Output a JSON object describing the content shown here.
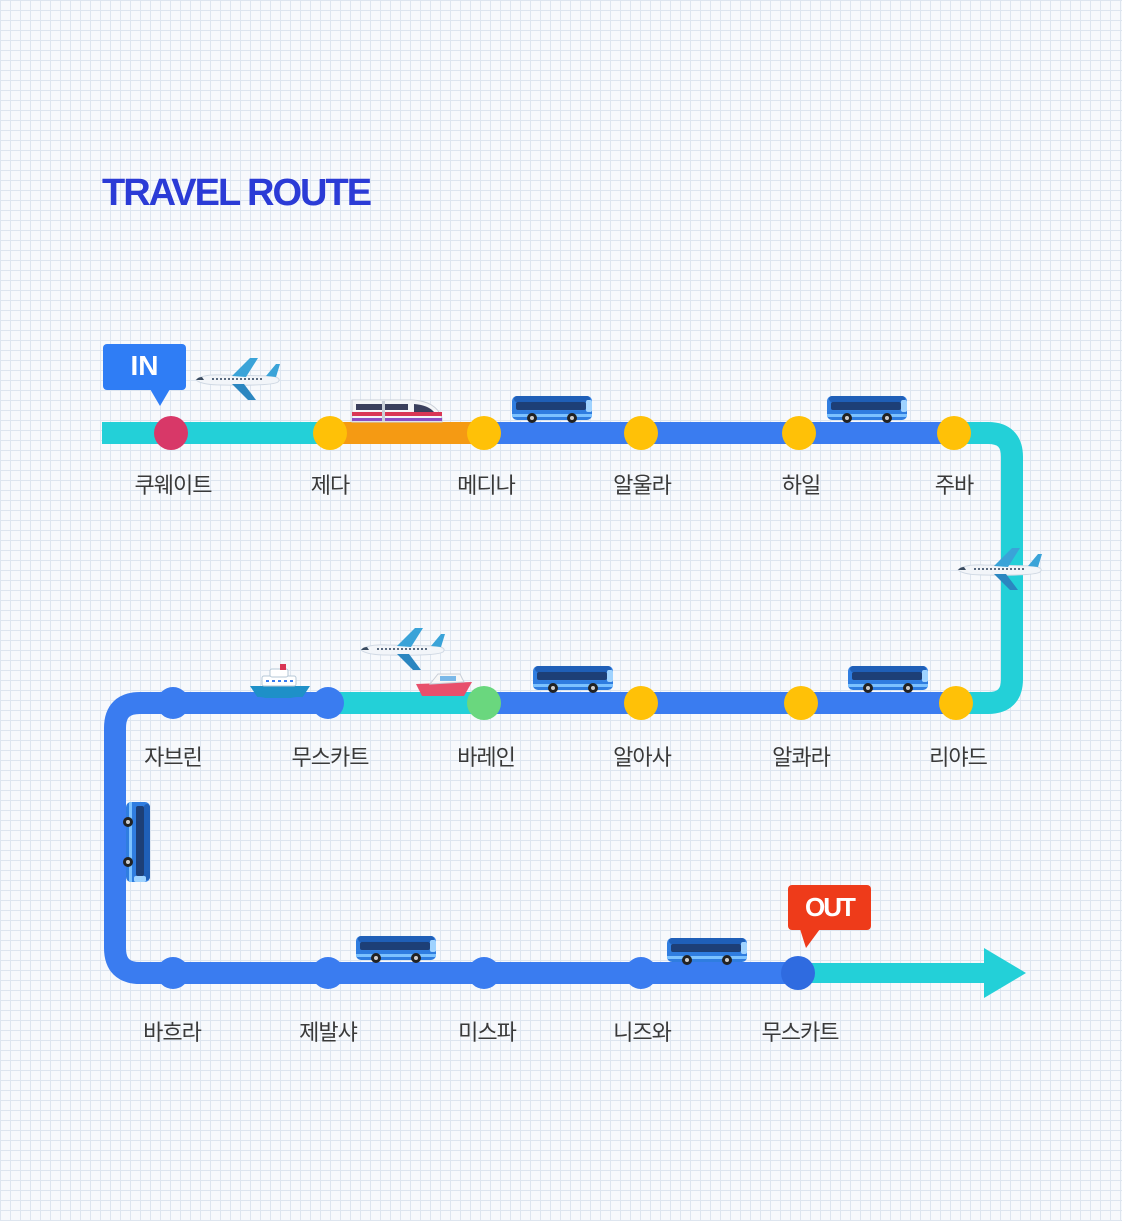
{
  "title": "TRAVEL ROUTE",
  "in_label": "IN",
  "out_label": "OUT",
  "colors": {
    "title": "#2b3bd6",
    "route_blue": "#3a7cf0",
    "route_teal": "#23d0d8",
    "route_orange": "#f59a13",
    "node_yellow": "#ffc107",
    "node_red": "#d83868",
    "node_green": "#6ad77e",
    "tag_in": "#2f7df5",
    "tag_out": "#ee3b1a"
  },
  "rows": [
    {
      "stations": [
        "쿠웨이트",
        "제다",
        "메디나",
        "알울라",
        "하일",
        "주바"
      ],
      "nodes": [
        "red",
        "yellow",
        "yellow",
        "yellow",
        "yellow",
        "yellow"
      ]
    },
    {
      "stations": [
        "자브린",
        "무스카트",
        "바레인",
        "알아사",
        "알콰라",
        "리야드"
      ],
      "nodes": [
        "blue",
        "blue",
        "green",
        "yellow",
        "yellow",
        "yellow"
      ]
    },
    {
      "stations": [
        "바흐라",
        "제발샤",
        "미스파",
        "니즈와",
        "무스카트"
      ],
      "nodes": [
        "blue",
        "blue",
        "blue",
        "blue",
        "blue"
      ]
    }
  ],
  "transport_icons": [
    "airplane-icon",
    "train-icon",
    "bus-icon",
    "ship-icon",
    "boat-icon"
  ]
}
